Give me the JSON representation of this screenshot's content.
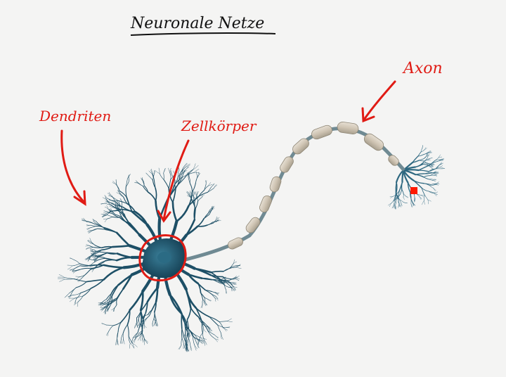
{
  "title": "Neuronale Netze",
  "labels": {
    "dendriten": "Dendriten",
    "zellkoerper": "Zellkörper",
    "axon": "Axon"
  },
  "colors": {
    "background": "#f4f4f3",
    "dendrite": "#1d4f66",
    "myelin": "#d2c8b8",
    "annotation": "#e01b14",
    "ink": "#111111",
    "cursor": "#ff1a00"
  }
}
